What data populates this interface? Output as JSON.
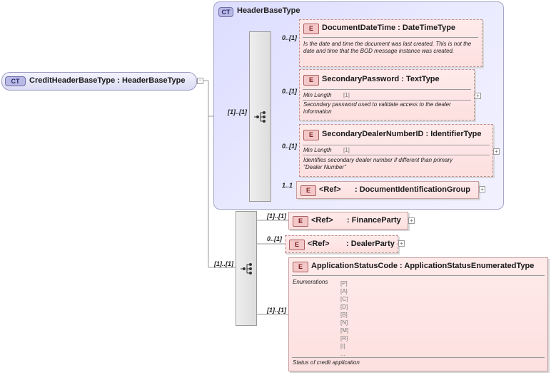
{
  "root": {
    "badge": "CT",
    "label": "CreditHeaderBaseType : HeaderBaseType"
  },
  "header_base": {
    "badge": "CT",
    "title": "HeaderBaseType",
    "cardinality": "[1]..[1]",
    "elements": [
      {
        "badge": "E",
        "title": "DocumentDateTime : DateTimeType",
        "cardinality": "0..[1]",
        "description": "Is the date and time the document was last created. This is not the date and time that the BOD message instance was created."
      },
      {
        "badge": "E",
        "title": "SecondaryPassword : TextType",
        "cardinality": "0..[1]",
        "facet_label": "Min Length",
        "facet_value": "[1]",
        "description": "Secondary password used to validate access to the dealer information"
      },
      {
        "badge": "E",
        "title": "SecondaryDealerNumberID : IdentifierType",
        "cardinality": "0..[1]",
        "facet_label": "Min Length",
        "facet_value": "[1]",
        "description": "Identifies secondary dealer number if different than primary \"Dealer Number\""
      },
      {
        "badge": "E",
        "ref": "<Ref>",
        "title": ": DocumentIdentificationGroup",
        "cardinality": "1..1"
      }
    ]
  },
  "credit_sequence": {
    "cardinality": "[1]..[1]",
    "elements": [
      {
        "badge": "E",
        "ref": "<Ref>",
        "title": ": FinanceParty",
        "cardinality": "[1]..[1]"
      },
      {
        "badge": "E",
        "ref": "<Ref>",
        "title": ": DealerParty",
        "cardinality": "0..[1]"
      },
      {
        "badge": "E",
        "title": "ApplicationStatusCode : ApplicationStatusEnumeratedType",
        "cardinality": "[1]..[1]",
        "enum_label": "Enumerations",
        "enumerations": [
          "[P]",
          "[A]",
          "[C]",
          "[D]",
          "[B]",
          "[N]",
          "[M]",
          "[R]",
          "[I]",
          "..."
        ],
        "description": "Status of credit application"
      }
    ]
  }
}
